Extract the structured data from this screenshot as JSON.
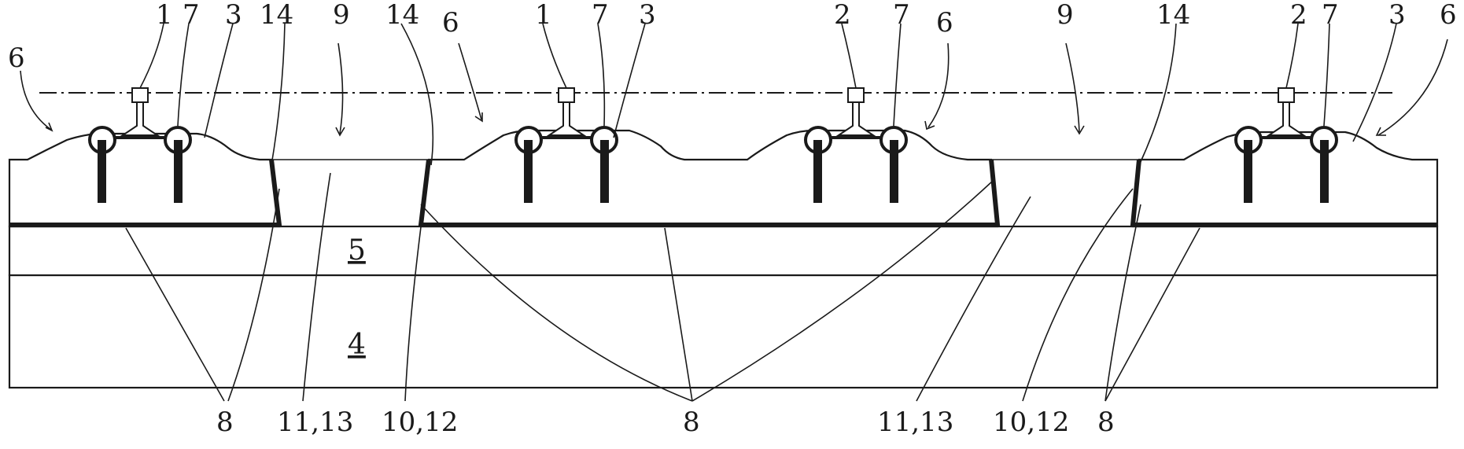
{
  "figure": {
    "labels": {
      "rail_1": "1",
      "rail_2": "2",
      "sleeper": "3",
      "subgrade": "4",
      "protective_layer": "5",
      "ballast": "6",
      "fastening": "7",
      "liner": "8",
      "gap": "9",
      "edge_10_12": "10,12",
      "edge_11_13": "11,13",
      "joint": "14"
    }
  }
}
